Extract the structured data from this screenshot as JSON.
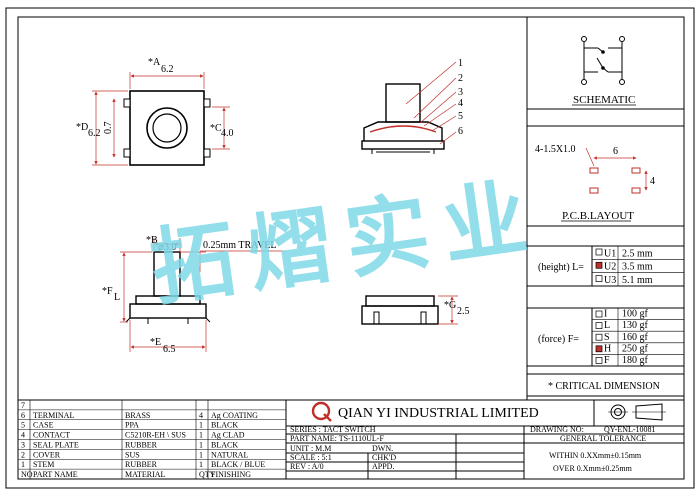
{
  "top_view": {
    "dim_a": "*A",
    "dim_a_value": "6.2",
    "dim_d": "*D",
    "dim_d_value": "6.2",
    "dim_inner": "0.7",
    "dim_c": "*C",
    "dim_c_value": "4.0"
  },
  "side_view": {
    "dim_b": "*B",
    "dim_b_value": "⌀3.0",
    "travel": "0.25mm TRAVEL",
    "dim_f": "*F",
    "dim_f_sub": "L",
    "dim_e": "*E",
    "dim_e_value": "6.5"
  },
  "section_view": {
    "callouts": [
      "1",
      "2",
      "3",
      "4",
      "5",
      "6"
    ]
  },
  "front_view": {
    "dim_g": "*G",
    "dim_g_value": "2.5"
  },
  "schematic": {
    "label": "SCHEMATIC"
  },
  "pcb": {
    "holes_label": "4-1.5X1.0",
    "dim_h": "6",
    "dim_v": "4",
    "label": "P.C.B.LAYOUT"
  },
  "height_options": {
    "prefix": "(height)  L=",
    "rows": [
      {
        "code": "U1",
        "value": "2.5 mm",
        "checked": false
      },
      {
        "code": "U2",
        "value": "3.5 mm",
        "checked": true
      },
      {
        "code": "U3",
        "value": "5.1 mm",
        "checked": false
      }
    ]
  },
  "force_options": {
    "prefix": "(force) F=",
    "rows": [
      {
        "code": "I",
        "value": "100 gf",
        "checked": false
      },
      {
        "code": "L",
        "value": "130 gf",
        "checked": false
      },
      {
        "code": "S",
        "value": "160 gf",
        "checked": false
      },
      {
        "code": "H",
        "value": "250 gf",
        "checked": true
      },
      {
        "code": "F",
        "value": "180 gf",
        "checked": false
      }
    ]
  },
  "critical_note": "*  CRITICAL  DIMENSION",
  "watermark": "拓熠实业",
  "parts_table": {
    "rows": [
      {
        "no": "7",
        "name": "",
        "material": "",
        "qty": "",
        "finish": ""
      },
      {
        "no": "6",
        "name": "TERMINAL",
        "material": "BRASS",
        "qty": "4",
        "finish": "Ag COATING"
      },
      {
        "no": "5",
        "name": "CASE",
        "material": "PPA",
        "qty": "1",
        "finish": "BLACK"
      },
      {
        "no": "4",
        "name": "CONTACT",
        "material": "C5210R-EH \\ SUS",
        "qty": "1",
        "finish": "Ag CLAD"
      },
      {
        "no": "3",
        "name": "SEAL PLATE",
        "material": "RUBBER",
        "qty": "1",
        "finish": "BLACK"
      },
      {
        "no": "2",
        "name": "COVER",
        "material": "SUS",
        "qty": "1",
        "finish": "NATURAL"
      },
      {
        "no": "1",
        "name": "STEM",
        "material": "RUBBER",
        "qty": "1",
        "finish": "BLACK / BLUE"
      }
    ],
    "header": {
      "no": "NO",
      "name": "PART NAME",
      "material": "MATERIAL",
      "qty": "QTY",
      "finish": "FINISHING"
    }
  },
  "title_block": {
    "company": "QIAN  YI  INDUSTRIAL  LIMITED",
    "logo_letter": "Q",
    "drawing_no_label": "DRAWING NO:",
    "drawing_no": "QY-ENL-10081",
    "series": "SERIES : TACT SWITCH",
    "part_name": "PART NAME: TS-1110UL-F",
    "unit": "UNIT  : M.M",
    "dwn": "DWN.",
    "scale": "SCALE : 5:1",
    "chkd": "CHK'D",
    "rev": "REV  : A/0",
    "appd": "APPD.",
    "tolerance_title": "GENERAL TOLERANCE",
    "tol_within": "WITHIN 0.XXmm±0.15mm",
    "tol_over": "OVER   0.Xmm±0.25mm"
  }
}
